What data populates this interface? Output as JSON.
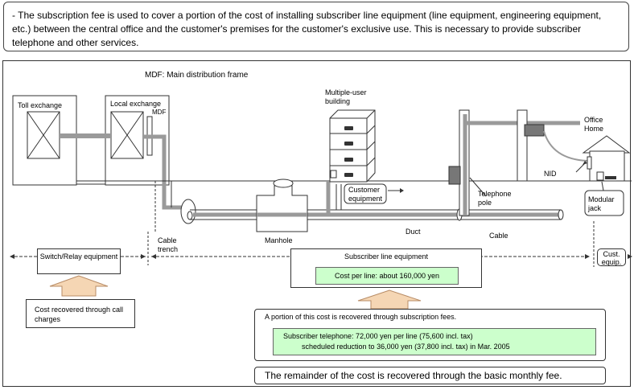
{
  "intro": {
    "text": "- The subscription fee is used to cover a portion of the cost of installing subscriber line equipment (line equipment, engineering equipment, etc.) between the central office and the customer's premises for the customer's exclusive use. This is necessary to provide subscriber telephone and other services."
  },
  "diagram": {
    "mdf_caption": "MDF: Main distribution frame",
    "toll_exchange": "Toll exchange",
    "local_exchange": "Local exchange",
    "mdf": "MDF",
    "multi_user_building": "Multiple-user building",
    "customer_equipment": "Customer equipment",
    "telephone_pole": "Telephone pole",
    "office_home": "Office Home",
    "nid": "NID",
    "modular_jack": "Modular jack",
    "cable_trench": "Cable trench",
    "manhole": "Manhole",
    "duct": "Duct",
    "cable": "Cable"
  },
  "sections": {
    "switch_relay": "Switch/Relay equipment",
    "subscriber_line": "Subscriber line equipment",
    "cost_per_line": "Cost per line: about 160,000 yen",
    "cust_equip": "Cust. equip."
  },
  "notes": {
    "call_charges": "Cost recovered through call charges",
    "portion_title": "A portion of this cost is recovered through subscription fees.",
    "sub_fee_line1": "Subscriber telephone: 72,000 yen per line (75,600 incl. tax)",
    "sub_fee_line2": "scheduled reduction to 36,000 yen (37,800 incl. tax) in Mar. 2005",
    "remainder": "The remainder of the cost is recovered through the basic monthly fee."
  },
  "colors": {
    "cable_gray": "#9a9a9a",
    "arrow_fill": "#f5d6b4",
    "arrow_stroke": "#b88c66",
    "highlight_green": "#ccffcc"
  },
  "icons": {
    "cross_box": "x-box-icon",
    "telephone": "telephone-icon",
    "house": "house-icon",
    "up_arrow": "up-arrow-icon"
  }
}
